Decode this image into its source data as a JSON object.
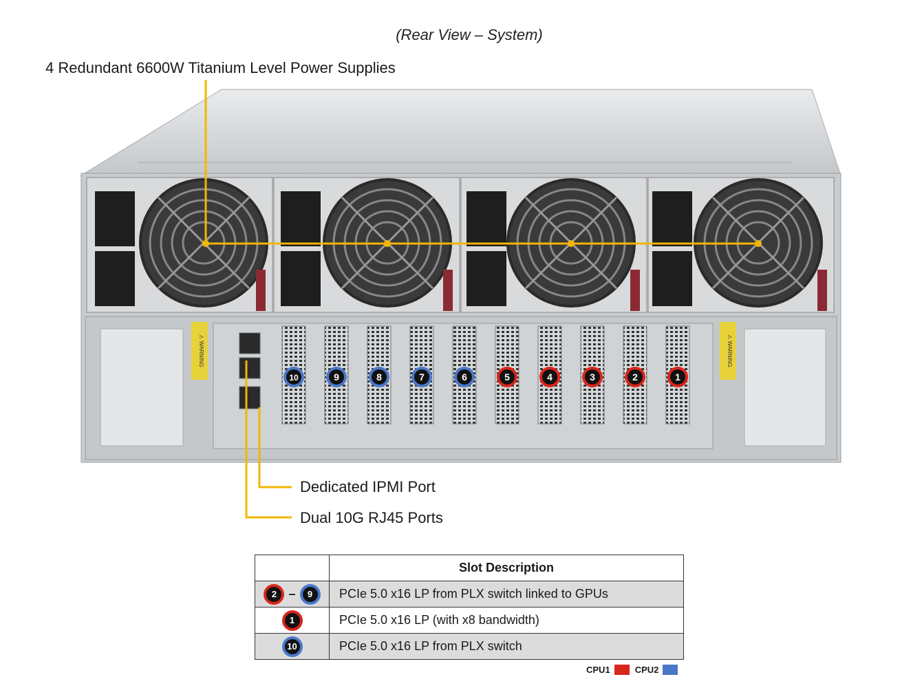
{
  "title": "(Rear View – System)",
  "callouts": {
    "power_supplies": "4 Redundant 6600W Titanium Level Power Supplies",
    "ipmi": "Dedicated IPMI Port",
    "rj45": "Dual 10G RJ45 Ports"
  },
  "warning_label": "⚠ WARNING",
  "slots": [
    {
      "number": "10",
      "cpu": "CPU2"
    },
    {
      "number": "9",
      "cpu": "CPU2"
    },
    {
      "number": "8",
      "cpu": "CPU2"
    },
    {
      "number": "7",
      "cpu": "CPU2"
    },
    {
      "number": "6",
      "cpu": "CPU2"
    },
    {
      "number": "5",
      "cpu": "CPU1"
    },
    {
      "number": "4",
      "cpu": "CPU1"
    },
    {
      "number": "3",
      "cpu": "CPU1"
    },
    {
      "number": "2",
      "cpu": "CPU1"
    },
    {
      "number": "1",
      "cpu": "CPU1"
    }
  ],
  "table": {
    "header": "Slot Description",
    "rows": [
      {
        "from": "2",
        "to": "9",
        "separator": "–",
        "description": "PCIe 5.0 x16 LP from PLX switch linked to GPUs"
      },
      {
        "slot": "1",
        "description": "PCIe 5.0 x16 LP (with x8 bandwidth)"
      },
      {
        "slot": "10",
        "description": "PCIe 5.0 x16 LP from PLX switch"
      }
    ]
  },
  "legend": {
    "cpu1_label": "CPU1",
    "cpu2_label": "CPU2"
  },
  "colors": {
    "cpu1": "#d9261c",
    "cpu2": "#4a78c8",
    "callout_line": "#f2b705",
    "chassis": "#c9cccf"
  }
}
